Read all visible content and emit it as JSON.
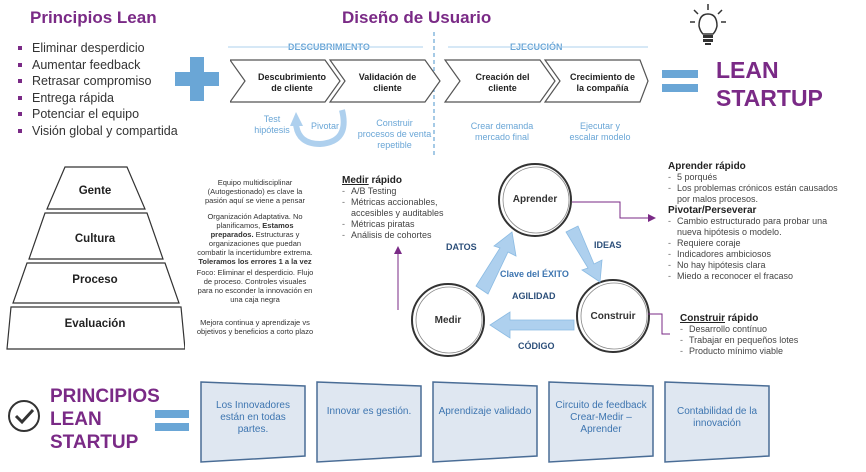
{
  "principios_lean": {
    "title": "Principios Lean",
    "items": [
      "Eliminar desperdicio",
      "Aumentar feedback",
      "Retrasar compromiso",
      "Entrega rápida",
      "Potenciar el equipo",
      "Visión global y compartida"
    ]
  },
  "diseno_usuario": {
    "title": "Diseño de Usuario",
    "phase_discovery": "DESCUBRIMIENTO",
    "phase_execution": "EJECUCIÓN",
    "steps": [
      "Descubrimiento de cliente",
      "Validación de cliente",
      "Creación del cliente",
      "Crecimiento de la compañía"
    ],
    "notes": {
      "test": "Test hipótesis",
      "pivotar": "Pivotar",
      "construir": "Construir procesos de venta repetible",
      "crear_demanda": "Crear demanda mercado final",
      "ejecutar": "Ejecutar y escalar modelo"
    }
  },
  "lean_startup": {
    "line1": "LEAN",
    "line2": "STARTUP"
  },
  "pyramid": {
    "levels": [
      "Gente",
      "Cultura",
      "Proceso",
      "Evaluación"
    ],
    "descriptions": {
      "gente": "Equipo multidisciplinar (Autogestionado) es clave la pasión aquí se viene a pensar",
      "cultura_a": "Organización Adaptativa. No planificamos,",
      "cultura_b": "Estamos preparados.",
      "cultura_c": "Estructuras y organizaciones que puedan combatir la incertidumbre extrema.",
      "cultura_d": "Toleramos los errores 1 a la vez",
      "proceso": "Foco: Eliminar el desperdicio. Flujo de proceso. Controles visuales para no esconder la innovación en una caja negra",
      "evaluacion": "Mejora continua y aprendizaje vs objetivos y beneficios a corto plazo"
    }
  },
  "cycle": {
    "nodes": {
      "aprender": "Aprender",
      "construir": "Construir",
      "medir": "Medir"
    },
    "arrows": {
      "datos": "DATOS",
      "ideas": "IDEAS",
      "codigo": "CÓDIGO"
    },
    "center_1": "Clave del ÉXITO",
    "center_2": "AGILIDAD",
    "medir": {
      "title_u": "Medir",
      "title_rest": " rápido",
      "items": [
        "A/B Testing",
        "Métricas accionables, accesibles y auditables",
        "Métricas piratas",
        "Análisis de cohortes"
      ]
    },
    "aprender": {
      "title": "Aprender rápido",
      "items": [
        "5 porqués",
        "Los problemas crónicos están causados por malos procesos."
      ]
    },
    "pivotar": {
      "title": "Pivotar/Perseverar",
      "items": [
        "Cambio estructurado para probar una nueva hipótesis o modelo.",
        "Requiere coraje",
        "Indicadores ambiciosos",
        "No hay hipótesis clara",
        "Miedo a reconocer el fracaso"
      ]
    },
    "construir": {
      "title_u": "Construir",
      "title_rest": " rápido",
      "items": [
        "Desarrollo contínuo",
        "Trabajar en pequeños lotes",
        "Producto mínimo viable"
      ]
    }
  },
  "bottom": {
    "title_1": "PRINCIPIOS",
    "title_2": "LEAN",
    "title_3": "STARTUP",
    "boxes": [
      "Los Innovadores están en todas partes.",
      "Innovar es gestión.",
      "Aprendizaje validado",
      "Circuito de feedback  Crear-Medir – Aprender",
      "Contabilidad de la innovación"
    ]
  },
  "colors": {
    "purple": "#7a2a86",
    "blue": "#5b9bd5",
    "light_blue": "#aed0ee",
    "box_fill": "#dfe7f1"
  }
}
